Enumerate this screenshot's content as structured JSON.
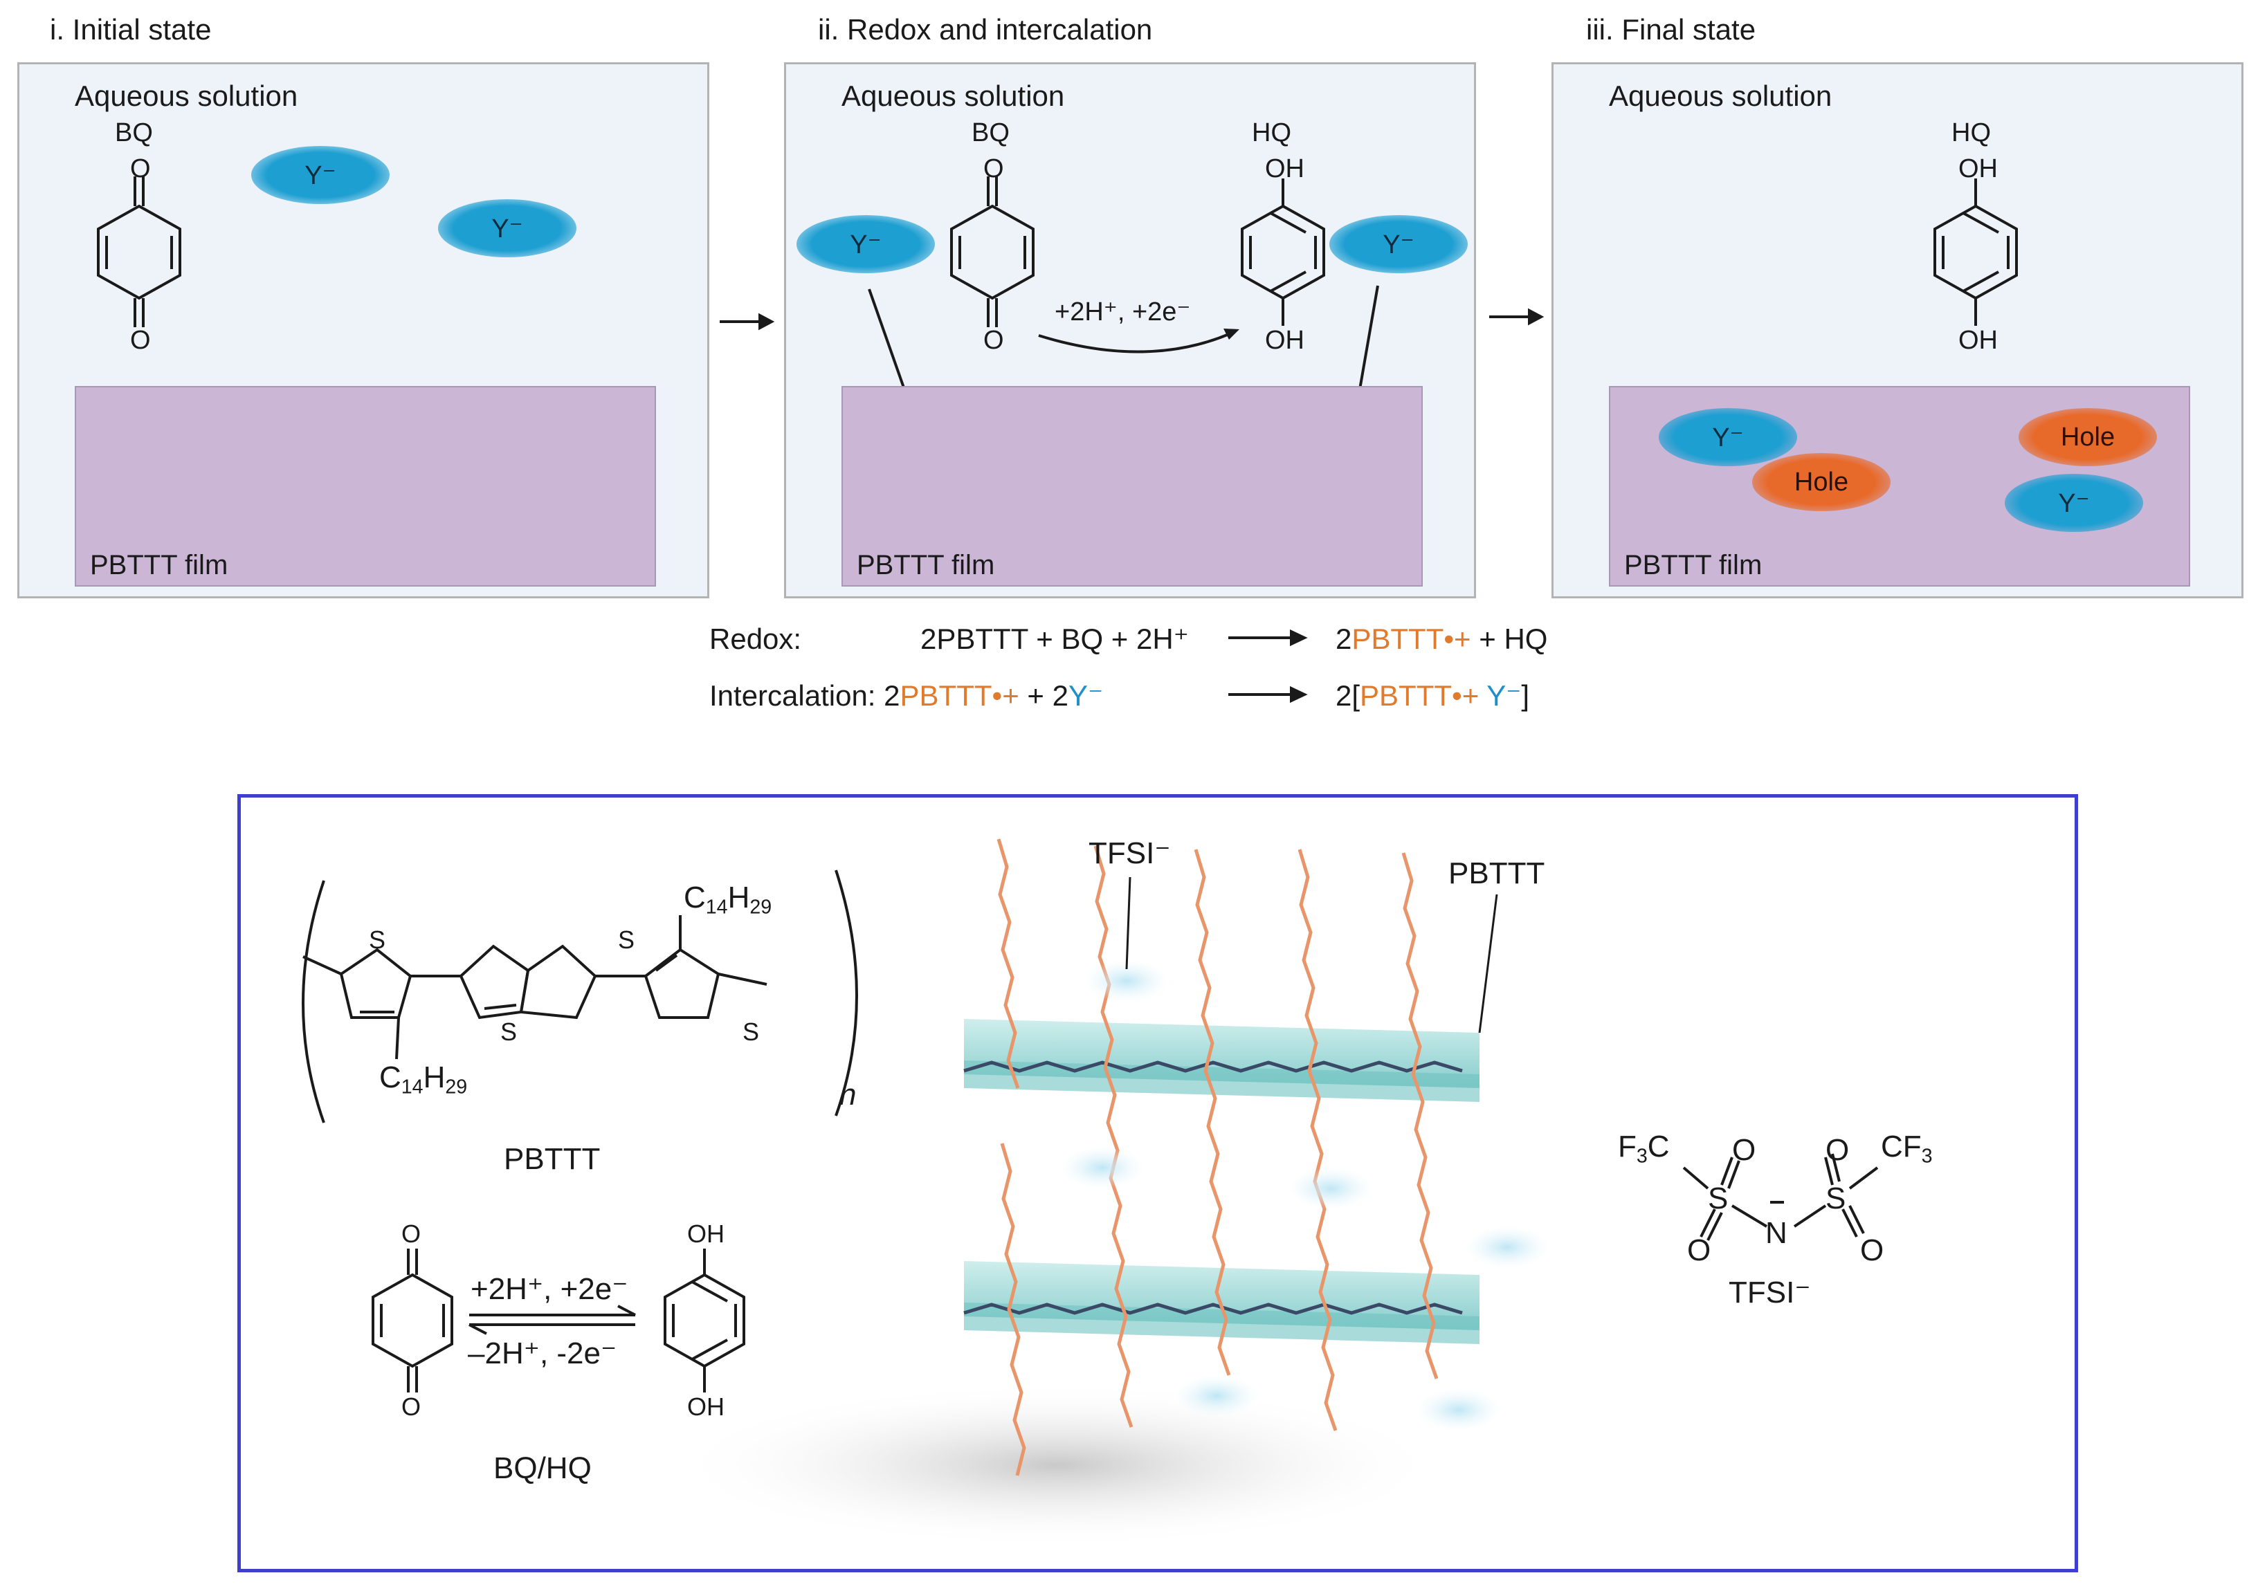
{
  "panels": [
    {
      "title": "i. Initial state",
      "solution": "Aqueous solution",
      "film": "PBTTT film"
    },
    {
      "title": "ii. Redox and intercalation",
      "solution": "Aqueous solution",
      "film": "PBTTT film"
    },
    {
      "title": "iii. Final state",
      "solution": "Aqueous solution",
      "film": "PBTTT film"
    }
  ],
  "molecules": {
    "bq": "BQ",
    "hq": "HQ",
    "o": "O",
    "oh": "OH"
  },
  "ions": {
    "y": "Y⁻",
    "hole": "Hole"
  },
  "reaction_arrow_label": "+2H⁺, +2e⁻",
  "equations": {
    "redox": {
      "label": "Redox:",
      "lhs": "2PBTTT + BQ + 2H⁺",
      "rhs_pre": "2",
      "rhs_species": "PBTTT•+",
      "rhs_post": " + HQ"
    },
    "intercalation": {
      "label": "Intercalation:",
      "lhs_pre": " 2",
      "lhs_species": "PBTTT•+",
      "lhs_mid": " +  2",
      "lhs_ion": "Y⁻",
      "rhs_pre": "2[",
      "rhs_species": "PBTTT•+",
      "rhs_ion": "Y⁻",
      "rhs_post": "]"
    }
  },
  "lower": {
    "pbttt_name": "PBTTT",
    "s": "S",
    "n": "n",
    "c14h29_base": "C",
    "c14h29_c": "14",
    "c14h29_h": "H",
    "c14h29_hn": "29",
    "bqhq_forward": "+2H⁺, +2e⁻",
    "bqhq_reverse": "–2H⁺, -2e⁻",
    "bqhq_name": "BQ/HQ",
    "o": "O",
    "oh": "OH",
    "tfsi_label": "TFSI⁻",
    "pbttt_label": "PBTTT",
    "tfsi_name": "TFSI⁻",
    "f3c": "F3C",
    "cf3": "CF3",
    "sym_s": "S",
    "sym_n": "N",
    "sym_o": "O"
  },
  "colors": {
    "ion": "#1e9fd2",
    "hole": "#e86a2a",
    "film": "#cbb6d6",
    "panel_bg": "#eef3f9",
    "frame": "#3f3fcf",
    "chain": "#e8956a",
    "backbone": "#7fd0d0"
  }
}
